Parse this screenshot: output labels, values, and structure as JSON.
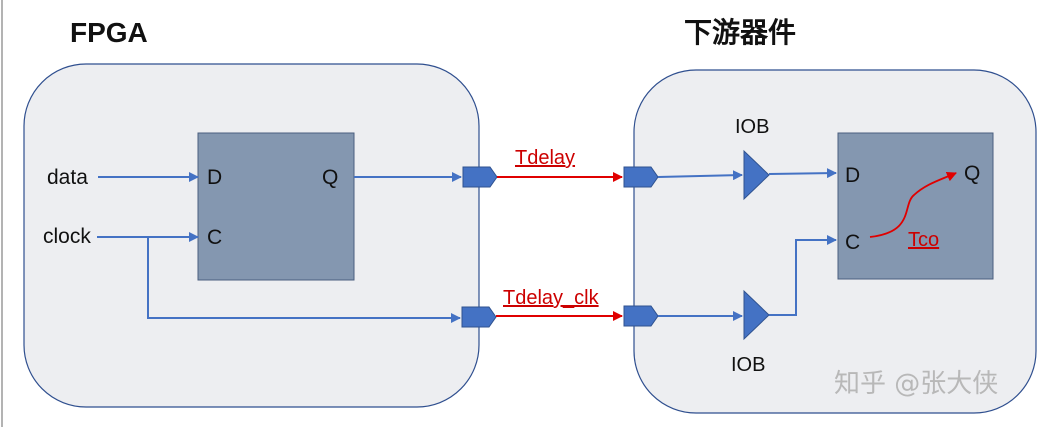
{
  "left_title": "FPGA",
  "right_title": "下游器件",
  "fpga_inputs": {
    "data": "data",
    "clock": "clock"
  },
  "fpga_ff": {
    "d": "D",
    "c": "C",
    "q": "Q"
  },
  "iob_top": "IOB",
  "iob_bottom": "IOB",
  "downstream_ff": {
    "d": "D",
    "c": "C",
    "q": "Q"
  },
  "timing": {
    "data_delay": "Tdelay",
    "clk_delay": "Tdelay_clk",
    "clock_to_out": "Tco"
  },
  "watermark": "知乎 @张大侠",
  "colors": {
    "wire": "#4472c4",
    "timing": "#e00000",
    "ff_fill": "#8497b0",
    "region_fill": "#edeef1"
  }
}
